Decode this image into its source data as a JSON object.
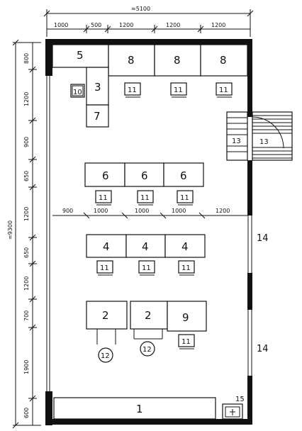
{
  "dimensions": {
    "top_total": "≈5100",
    "top_segments": [
      "1000",
      "500",
      "1200",
      "1200",
      "1200"
    ],
    "left_total": "≈9300",
    "left_segments": [
      "800",
      "1200",
      "900",
      "650",
      "1200",
      "650",
      "1200",
      "700",
      "1900",
      "600"
    ],
    "row_segments": [
      "900",
      "1000",
      "1000",
      "1000",
      "1200"
    ]
  },
  "labels": {
    "f5": "5",
    "f8a": "8",
    "f8b": "8",
    "f8c": "8",
    "f10": "10",
    "f3": "3",
    "f7": "7",
    "f11_top1": "11",
    "f11_top2": "11",
    "f11_top3": "11",
    "f6a": "6",
    "f6b": "6",
    "f6c": "6",
    "f11_r6a": "11",
    "f11_r6b": "11",
    "f11_r6c": "11",
    "f4a": "4",
    "f4b": "4",
    "f4c": "4",
    "f11_r4a": "11",
    "f11_r4b": "11",
    "f11_r4c": "11",
    "f2a": "2",
    "f2b": "2",
    "f9": "9",
    "f12a": "12",
    "f12b": "12",
    "f11_r9": "11",
    "f1": "1",
    "f15": "15",
    "f13a": "13",
    "f13b": "13",
    "f14a": "14",
    "f14b": "14"
  }
}
